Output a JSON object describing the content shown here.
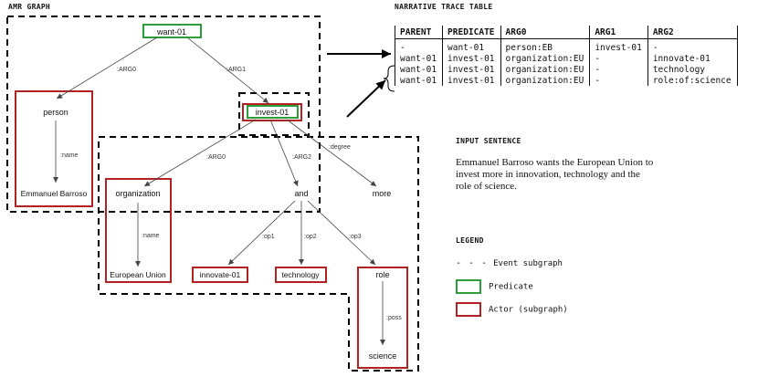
{
  "amr": {
    "heading": "AMR GRAPH",
    "nodes": {
      "want": "want-01",
      "person": "person",
      "emmanuel": "Emmanuel Barroso",
      "invest": "invest-01",
      "organization": "organization",
      "european_union": "European Union",
      "and": "and",
      "more": "more",
      "innovate": "innovate-01",
      "technology": "technology",
      "role": "role",
      "science": "science"
    },
    "edges": {
      "arg0_top": ":ARG0",
      "arg1_top": ":ARG1",
      "name_person": ":name",
      "arg0_invest": ":ARG0",
      "arg2_invest": ":ARG2",
      "degree": ":degree",
      "name_org": ":name",
      "op1": ":op1",
      "op2": ":op2",
      "op3": ":op3",
      "poss": ":poss"
    },
    "colors": {
      "predicate": "#2e9e3a",
      "actor": "#b22222",
      "edge": "#444444"
    }
  },
  "trace_table": {
    "heading": "NARRATIVE TRACE TABLE",
    "columns": [
      "PARENT",
      "PREDICATE",
      "ARG0",
      "ARG1",
      "ARG2"
    ],
    "rows": [
      [
        "-",
        "want-01",
        "person:EB",
        "invest-01",
        "-"
      ],
      [
        "want-01",
        "invest-01",
        "organization:EU",
        "-",
        "innovate-01"
      ],
      [
        "want-01",
        "invest-01",
        "organization:EU",
        "-",
        "technology"
      ],
      [
        "want-01",
        "invest-01",
        "organization:EU",
        "-",
        "role:of:science"
      ]
    ]
  },
  "input_sentence": {
    "heading": "INPUT SENTENCE",
    "text": "Emmanuel Barroso wants the European Union to invest more in innovation, technology and the role of science."
  },
  "legend": {
    "heading": "LEGEND",
    "dash_glyph": "- - -",
    "event_subgraph": "Event subgraph",
    "predicate": "Predicate",
    "actor": "Actor (subgraph)"
  }
}
